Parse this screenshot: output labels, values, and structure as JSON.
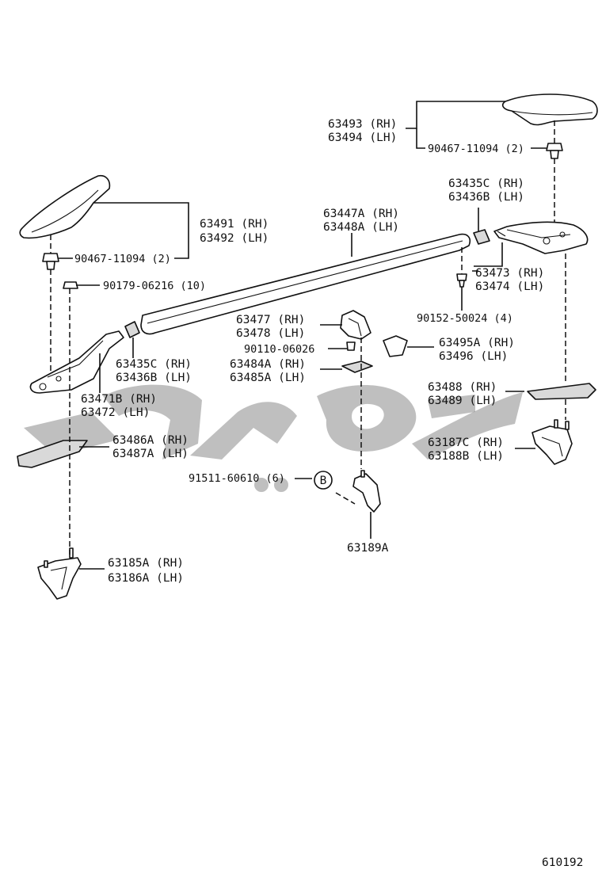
{
  "diagram": {
    "figure_number": "610192",
    "callout_letter": "B",
    "watermark_color": "#8a8a8a",
    "labels": {
      "p63493": "63493 (RH)",
      "p63494": "63494 (LH)",
      "b90467_top": "90467-11094 (2)",
      "p63435c_top": "63435C (RH)",
      "p63436b_top": "63436B (LH)",
      "p63447a": "63447A (RH)",
      "p63448a": "63448A (LH)",
      "p63491": "63491 (RH)",
      "p63492": "63492 (LH)",
      "b90467_left": "90467-11094 (2)",
      "n90179": "90179-06216 (10)",
      "p63473": "63473 (RH)",
      "p63474": "63474 (LH)",
      "s90152": "90152-50024 (4)",
      "p63477": "63477 (RH)",
      "p63478": "63478 (LH)",
      "b90110": "90110-06026",
      "p63495a": "63495A (RH)",
      "p63496": "63496   (LH)",
      "p63484a": "63484A (RH)",
      "p63485a": "63485A (LH)",
      "p63435c_left": "63435C (RH)",
      "p63436b_left": "63436B (LH)",
      "p63488": "63488 (RH)",
      "p63489": "63489 (LH)",
      "p63471b": "63471B (RH)",
      "p63472": "63472   (LH)",
      "p63486a": "63486A (RH)",
      "p63487a": "63487A (LH)",
      "p63187c": "63187C (RH)",
      "p63188b": "63188B (LH)",
      "c91511": "91511-60610 (6)",
      "p63189a": "63189A",
      "p63185a": "63185A (RH)",
      "p63186a": "63186A (LH)"
    }
  }
}
